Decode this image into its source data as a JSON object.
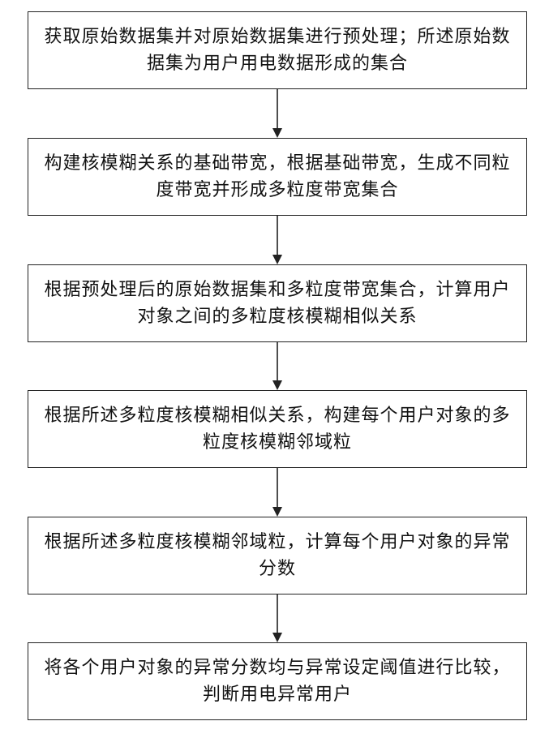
{
  "steps": [
    {
      "text": "获取原始数据集并对原始数据集进行预处理；所述原始数据集为用户用电数据形成的集合"
    },
    {
      "text": "构建核模糊关系的基础带宽，根据基础带宽，生成不同粒度带宽并形成多粒度带宽集合"
    },
    {
      "text": "根据预处理后的原始数据集和多粒度带宽集合，计算用户对象之间的多粒度核模糊相似关系"
    },
    {
      "text": "根据所述多粒度核模糊相似关系，构建每个用户对象的多粒度核模糊邻域粒"
    },
    {
      "text": "根据所述多粒度核模糊邻域粒，计算每个用户对象的异常分数"
    },
    {
      "text": "将各个用户对象的异常分数均与异常设定阈值进行比较，判断用电异常用户"
    }
  ],
  "colors": {
    "border": "#222222",
    "arrow": "#222222",
    "text": "#111111",
    "background": "#ffffff"
  }
}
